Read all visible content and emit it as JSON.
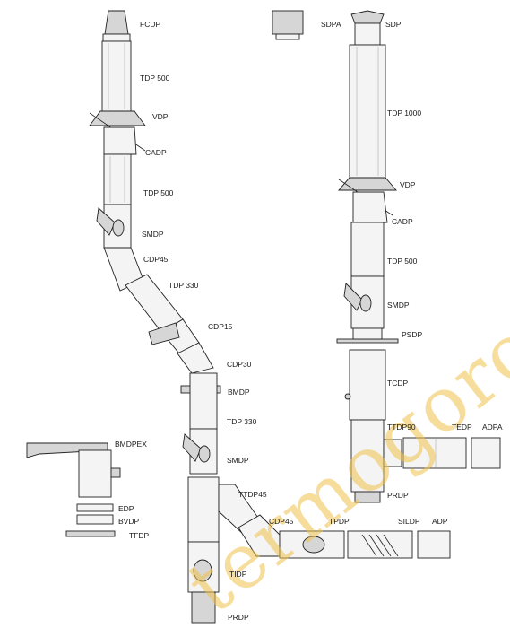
{
  "watermark": "termogorod.ru",
  "colors": {
    "watermark": "#f0c24a",
    "line": "#222222",
    "fill": "#f4f4f4"
  },
  "labels": {
    "left": [
      "FCDP",
      "TDP 500",
      "VDP",
      "CADP",
      "TDP 500",
      "SMDP",
      "CDP45",
      "TDP 330",
      "CDP15",
      "CDP30",
      "BMDP",
      "TDP 330",
      "SMDP",
      "TTDP45",
      "CDP45",
      "TPDP",
      "SILDP",
      "ADP",
      "TIDP",
      "PRDP"
    ],
    "right": [
      "SDPA",
      "SDP",
      "TDP 1000",
      "VDP",
      "CADP",
      "TDP 500",
      "SMDP",
      "PSDP",
      "TCDP",
      "TTDP90",
      "TEDP",
      "ADPA",
      "PRDP"
    ],
    "aside": [
      "BMDPEX",
      "EDP",
      "BVDP",
      "TFDP"
    ]
  }
}
